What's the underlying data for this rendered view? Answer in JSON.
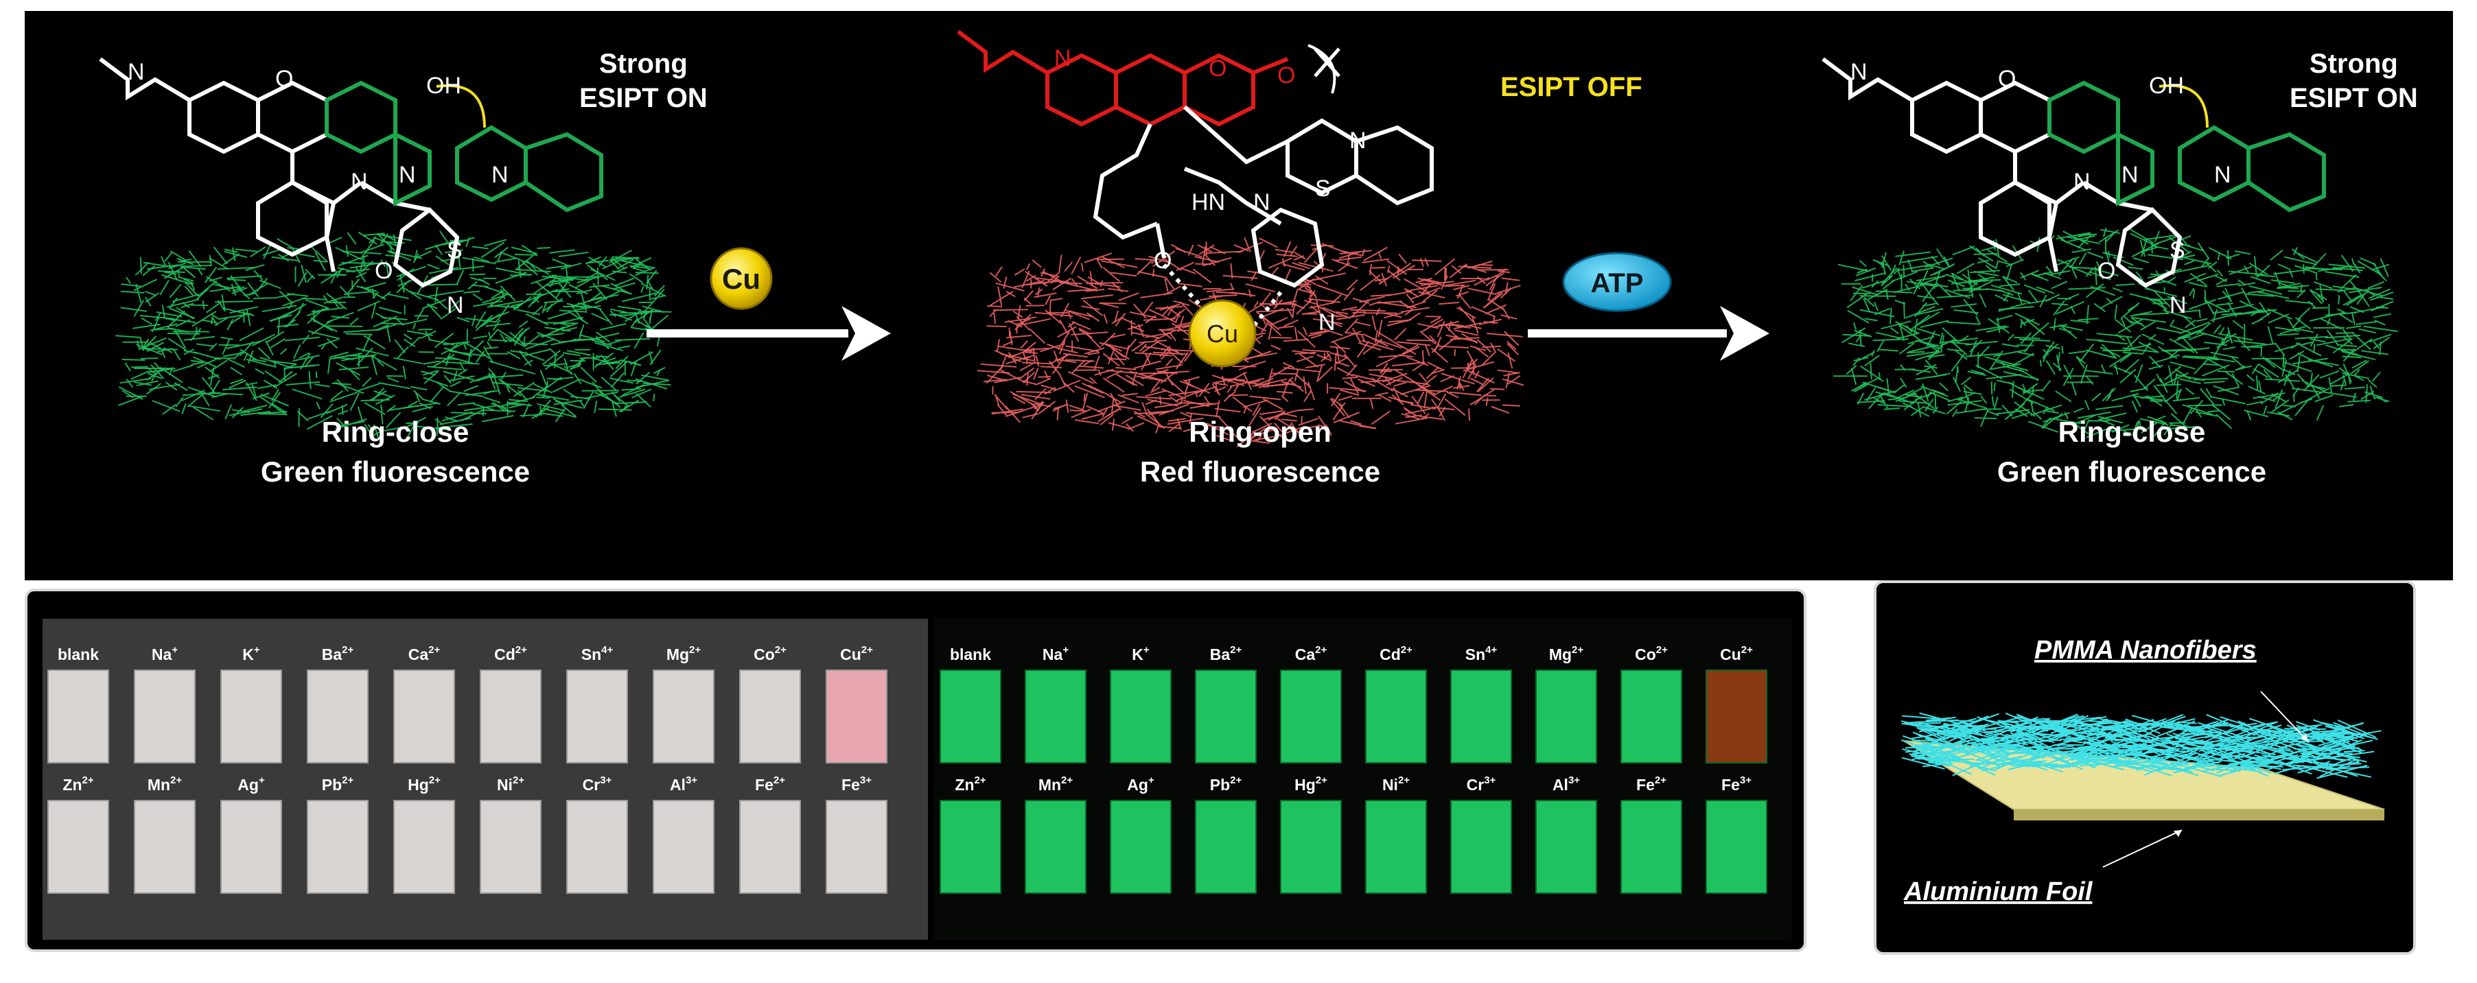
{
  "scheme": {
    "panel1": {
      "esipt": "Strong\nESIPT ON",
      "caption_line1": "Ring-close",
      "caption_line2": "Green fluorescence"
    },
    "panel2": {
      "esipt": "ESIPT OFF",
      "caption_line1": "Ring-open",
      "caption_line2": "Red fluorescence",
      "metal": "Cu"
    },
    "panel3": {
      "esipt": "Strong\nESIPT ON",
      "caption_line1": "Ring-close",
      "caption_line2": "Green fluorescence"
    },
    "arrow1_reagent": "Cu",
    "arrow2_reagent": "ATP"
  },
  "atoms": {
    "N": "N",
    "O": "O",
    "S": "S",
    "OH": "OH",
    "HN": "HN",
    "Cu": "Cu"
  },
  "strips": {
    "row1": [
      "blank",
      "Na+",
      "K+",
      "Ba2+",
      "Ca2+",
      "Cd2+",
      "Sn4+",
      "Mg2+",
      "Co2+",
      "Cu2+"
    ],
    "row2": [
      "Zn2+",
      "Mn2+",
      "Ag+",
      "Pb2+",
      "Hg2+",
      "Ni2+",
      "Cr3+",
      "Al3+",
      "Fe2+",
      "Fe3+"
    ],
    "daylight_highlight": "Cu2+",
    "uv_highlight": "Cu2+"
  },
  "device": {
    "nanofiber_label": "PMMA Nanofibers",
    "foil_label": "Aluminium Foil"
  },
  "colors": {
    "green_fluorescence": "#1fbf5a",
    "red_fluorescence": "#e86060",
    "cu_ball": "#f2d200",
    "atp_badge": "#17b5e6",
    "esipt_off": "#f5e11c",
    "cu2_daylight": "#e8a7b0",
    "cu2_uv": "#8a3a12"
  }
}
